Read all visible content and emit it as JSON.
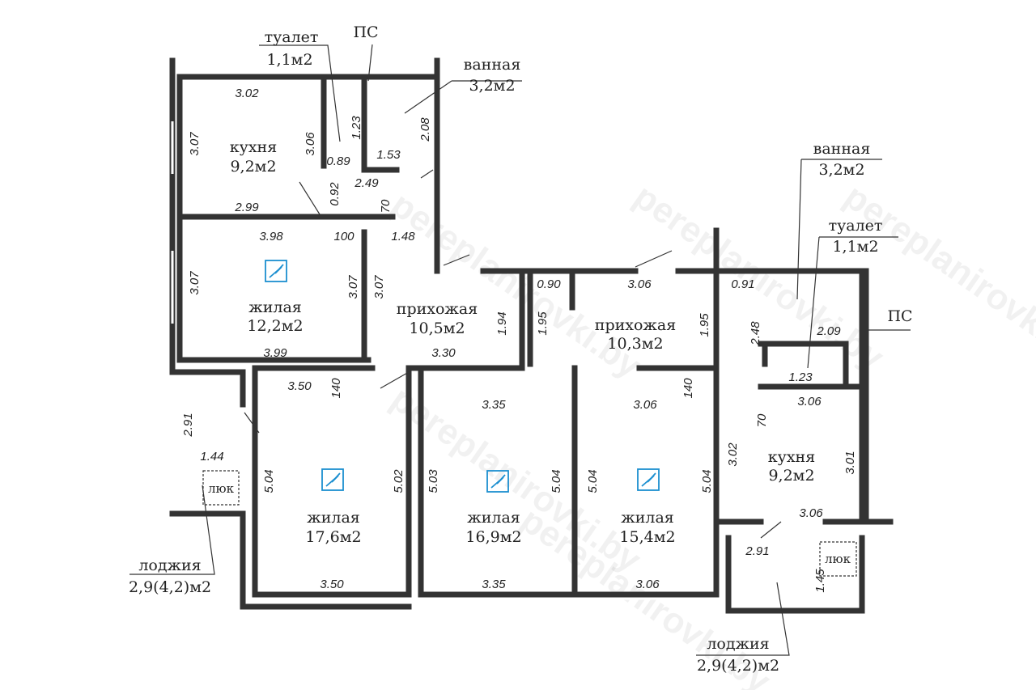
{
  "rooms": {
    "toilet_left": {
      "name": "туалет",
      "area": "1,1м2"
    },
    "ps_left": "ПС",
    "bath_left": {
      "name": "ванная",
      "area": "3,2м2"
    },
    "kitchen_left": {
      "name": "кухня",
      "area": "9,2м2"
    },
    "living_left": {
      "name": "жилая",
      "area": "12,2м2"
    },
    "hall_left": {
      "name": "прихожая",
      "area": "10,5м2"
    },
    "bath_right": {
      "name": "ванная",
      "area": "3,2м2"
    },
    "toilet_right": {
      "name": "туалет",
      "area": "1,1м2"
    },
    "ps_right": "ПС",
    "hall_right": {
      "name": "прихожая",
      "area": "10,3м2"
    },
    "kitchen_right": {
      "name": "кухня",
      "area": "9,2м2"
    },
    "living_a": {
      "name": "жилая",
      "area": "17,6м2"
    },
    "living_b": {
      "name": "жилая",
      "area": "16,9м2"
    },
    "living_c": {
      "name": "жилая",
      "area": "15,4м2"
    },
    "loggia_left": {
      "name": "лоджия",
      "area": "2,9(4,2)м2"
    },
    "loggia_right": {
      "name": "лоджия",
      "area": "2,9(4,2)м2"
    },
    "hatch": "люк"
  },
  "dims": [
    "3.02",
    "3.07",
    "3.06",
    "1.23",
    "0.89",
    "1.53",
    "2.08",
    "0.92",
    "2.49",
    "70",
    "2.99",
    "3.98",
    "100",
    "1.48",
    "3.07",
    "3.07",
    "3.07",
    "3.99",
    "1.94",
    "3.30",
    "1.95",
    "0.90",
    "3.06",
    "0.91",
    "1.95",
    "2.48",
    "2.09",
    "1.23",
    "3.06",
    "70",
    "140",
    "3.50",
    "140",
    "3.35",
    "3.06",
    "2.91",
    "1.44",
    "5.04",
    "5.02",
    "5.03",
    "5.04",
    "5.04",
    "5.04",
    "3.02",
    "3.01",
    "3.06",
    "2.91",
    "1.45",
    "3.50",
    "3.35",
    "3.06"
  ],
  "watermark": "pereplanirovki.by",
  "colors": {
    "icon": "#1c8fd0",
    "walls": "#333333"
  }
}
